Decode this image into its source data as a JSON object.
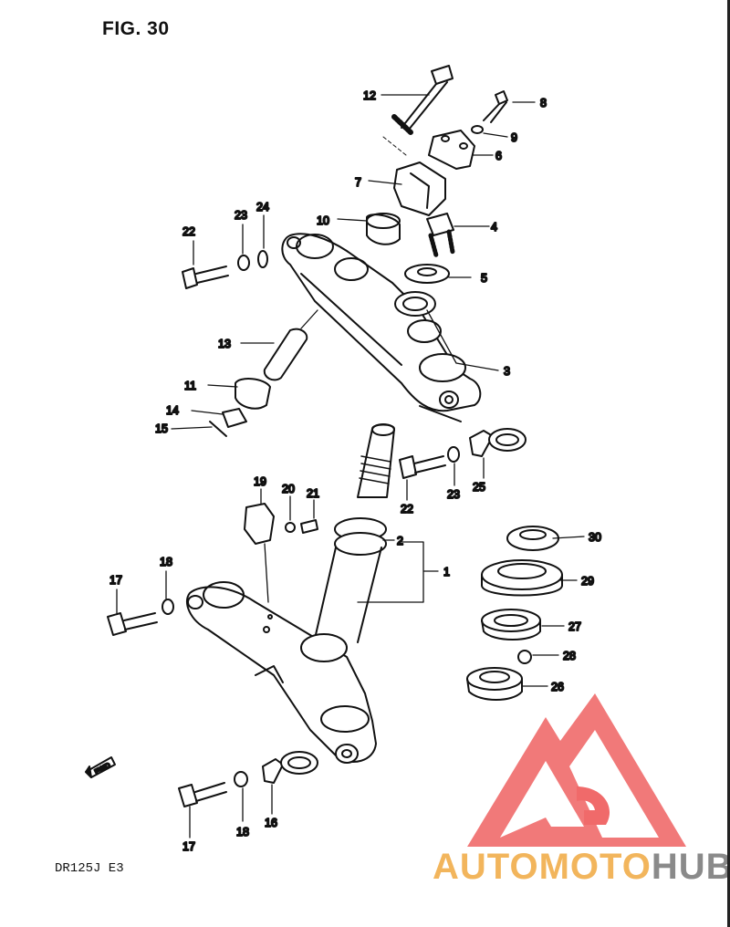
{
  "title": "FIG. 30",
  "model": "DR125J  E3",
  "watermark": {
    "part1": "AUTOMOTO",
    "part2": "HUB",
    "color_logo": "#f06a6a",
    "color_text": "#f2b55c",
    "color_hub": "#8a8a8a"
  },
  "callouts": {
    "c1": "1",
    "c2": "2",
    "c3": "3",
    "c4": "4",
    "c5": "5",
    "c6": "6",
    "c7": "7",
    "c8": "8",
    "c9": "9",
    "c10": "10",
    "c11": "11",
    "c12": "12",
    "c13": "13",
    "c14": "14",
    "c15": "15",
    "c16": "16",
    "c17a": "17",
    "c17b": "17",
    "c18a": "18",
    "c18b": "18",
    "c19": "19",
    "c20": "20",
    "c21": "21",
    "c22a": "22",
    "c22b": "22",
    "c23a": "23",
    "c23b": "23",
    "c24": "24",
    "c25": "25",
    "c26": "26",
    "c27": "27",
    "c28": "28",
    "c29": "29",
    "c30": "30"
  },
  "fwd_label": "FWD"
}
